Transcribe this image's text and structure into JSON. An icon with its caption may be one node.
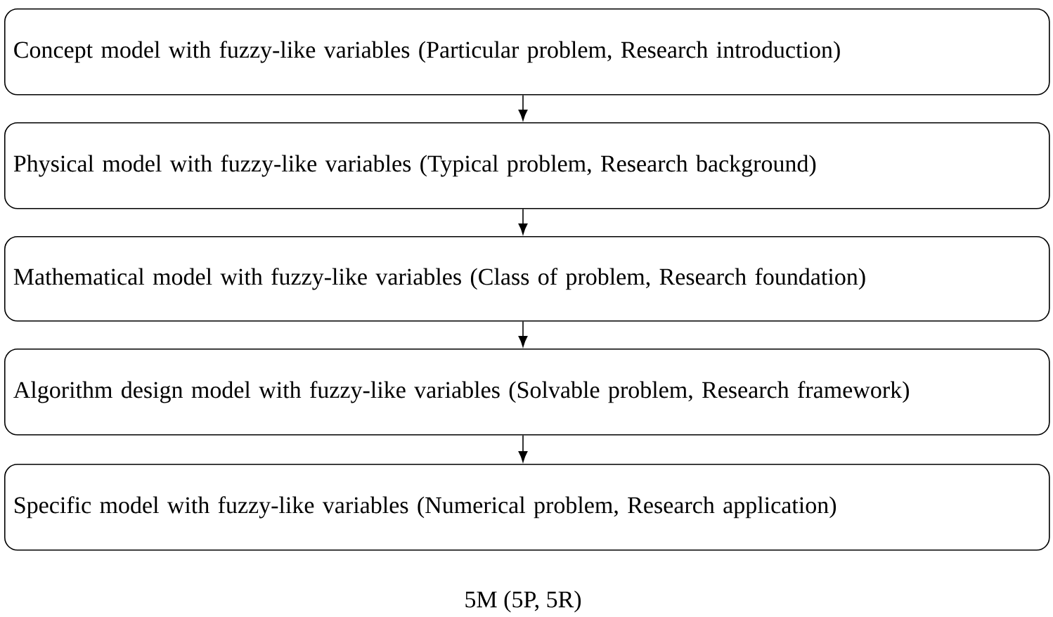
{
  "diagram": {
    "nodes": [
      {
        "text": [
          "Concept model with fuzzy-like variables (Particular problem, Research introduction)"
        ]
      },
      {
        "text": [
          "Physical model with fuzzy-like variables (Typical problem, Research background)"
        ]
      },
      {
        "text": [
          "Mathematical model with fuzzy-like variables (Class of problem, Research foundation)"
        ]
      },
      {
        "text": [
          "Algorithm design model with fuzzy-like variables (Solvable problem, Research framework)"
        ]
      },
      {
        "text": [
          "Specific model with fuzzy-like variables (Numerical problem, Research application)"
        ]
      }
    ],
    "edges": [
      {
        "from": 0,
        "to": 1,
        "arrow": "to"
      },
      {
        "from": 1,
        "to": 2,
        "arrow": "to"
      },
      {
        "from": 2,
        "to": 3,
        "arrow": "to"
      },
      {
        "from": 3,
        "to": 4,
        "arrow": "to"
      }
    ],
    "labels": [
      "5M (5P, 5R)"
    ]
  }
}
